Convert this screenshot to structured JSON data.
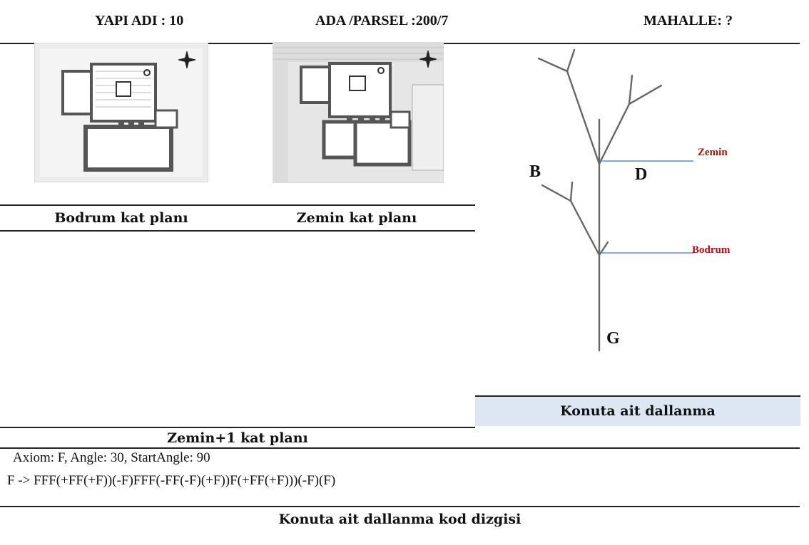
{
  "header": {
    "yapi": "YAPI ADI : 10",
    "ada_parsel": "ADA /PARSEL   :200/7",
    "mahalle": "MAHALLE: ?"
  },
  "captions": {
    "bodrum": "Bodrum kat planı",
    "zemin": "Zemin kat planı",
    "zemin1": "Zemin+1  kat planı",
    "dallanma": "Konuta ait dallanma",
    "kod": "Konuta ait dallanma kod dizgisi"
  },
  "diagram": {
    "label_b": "B",
    "label_d": "D",
    "label_g": "G",
    "label_zemin": "Zemin",
    "label_bodrum": "Bodrum",
    "accent_red": "#b01010",
    "accent_blue": "#5b8fc9"
  },
  "code": {
    "axiom_line": "Axiom: F,   Angle: 30,  StartAngle: 90",
    "rule_line": "F -> FFF(+FF(+F))(-F)FFF(-FF(-F)(+F))F(+FF(+F)))(-F)(F)"
  },
  "colors": {
    "band": "#dde7f3"
  }
}
